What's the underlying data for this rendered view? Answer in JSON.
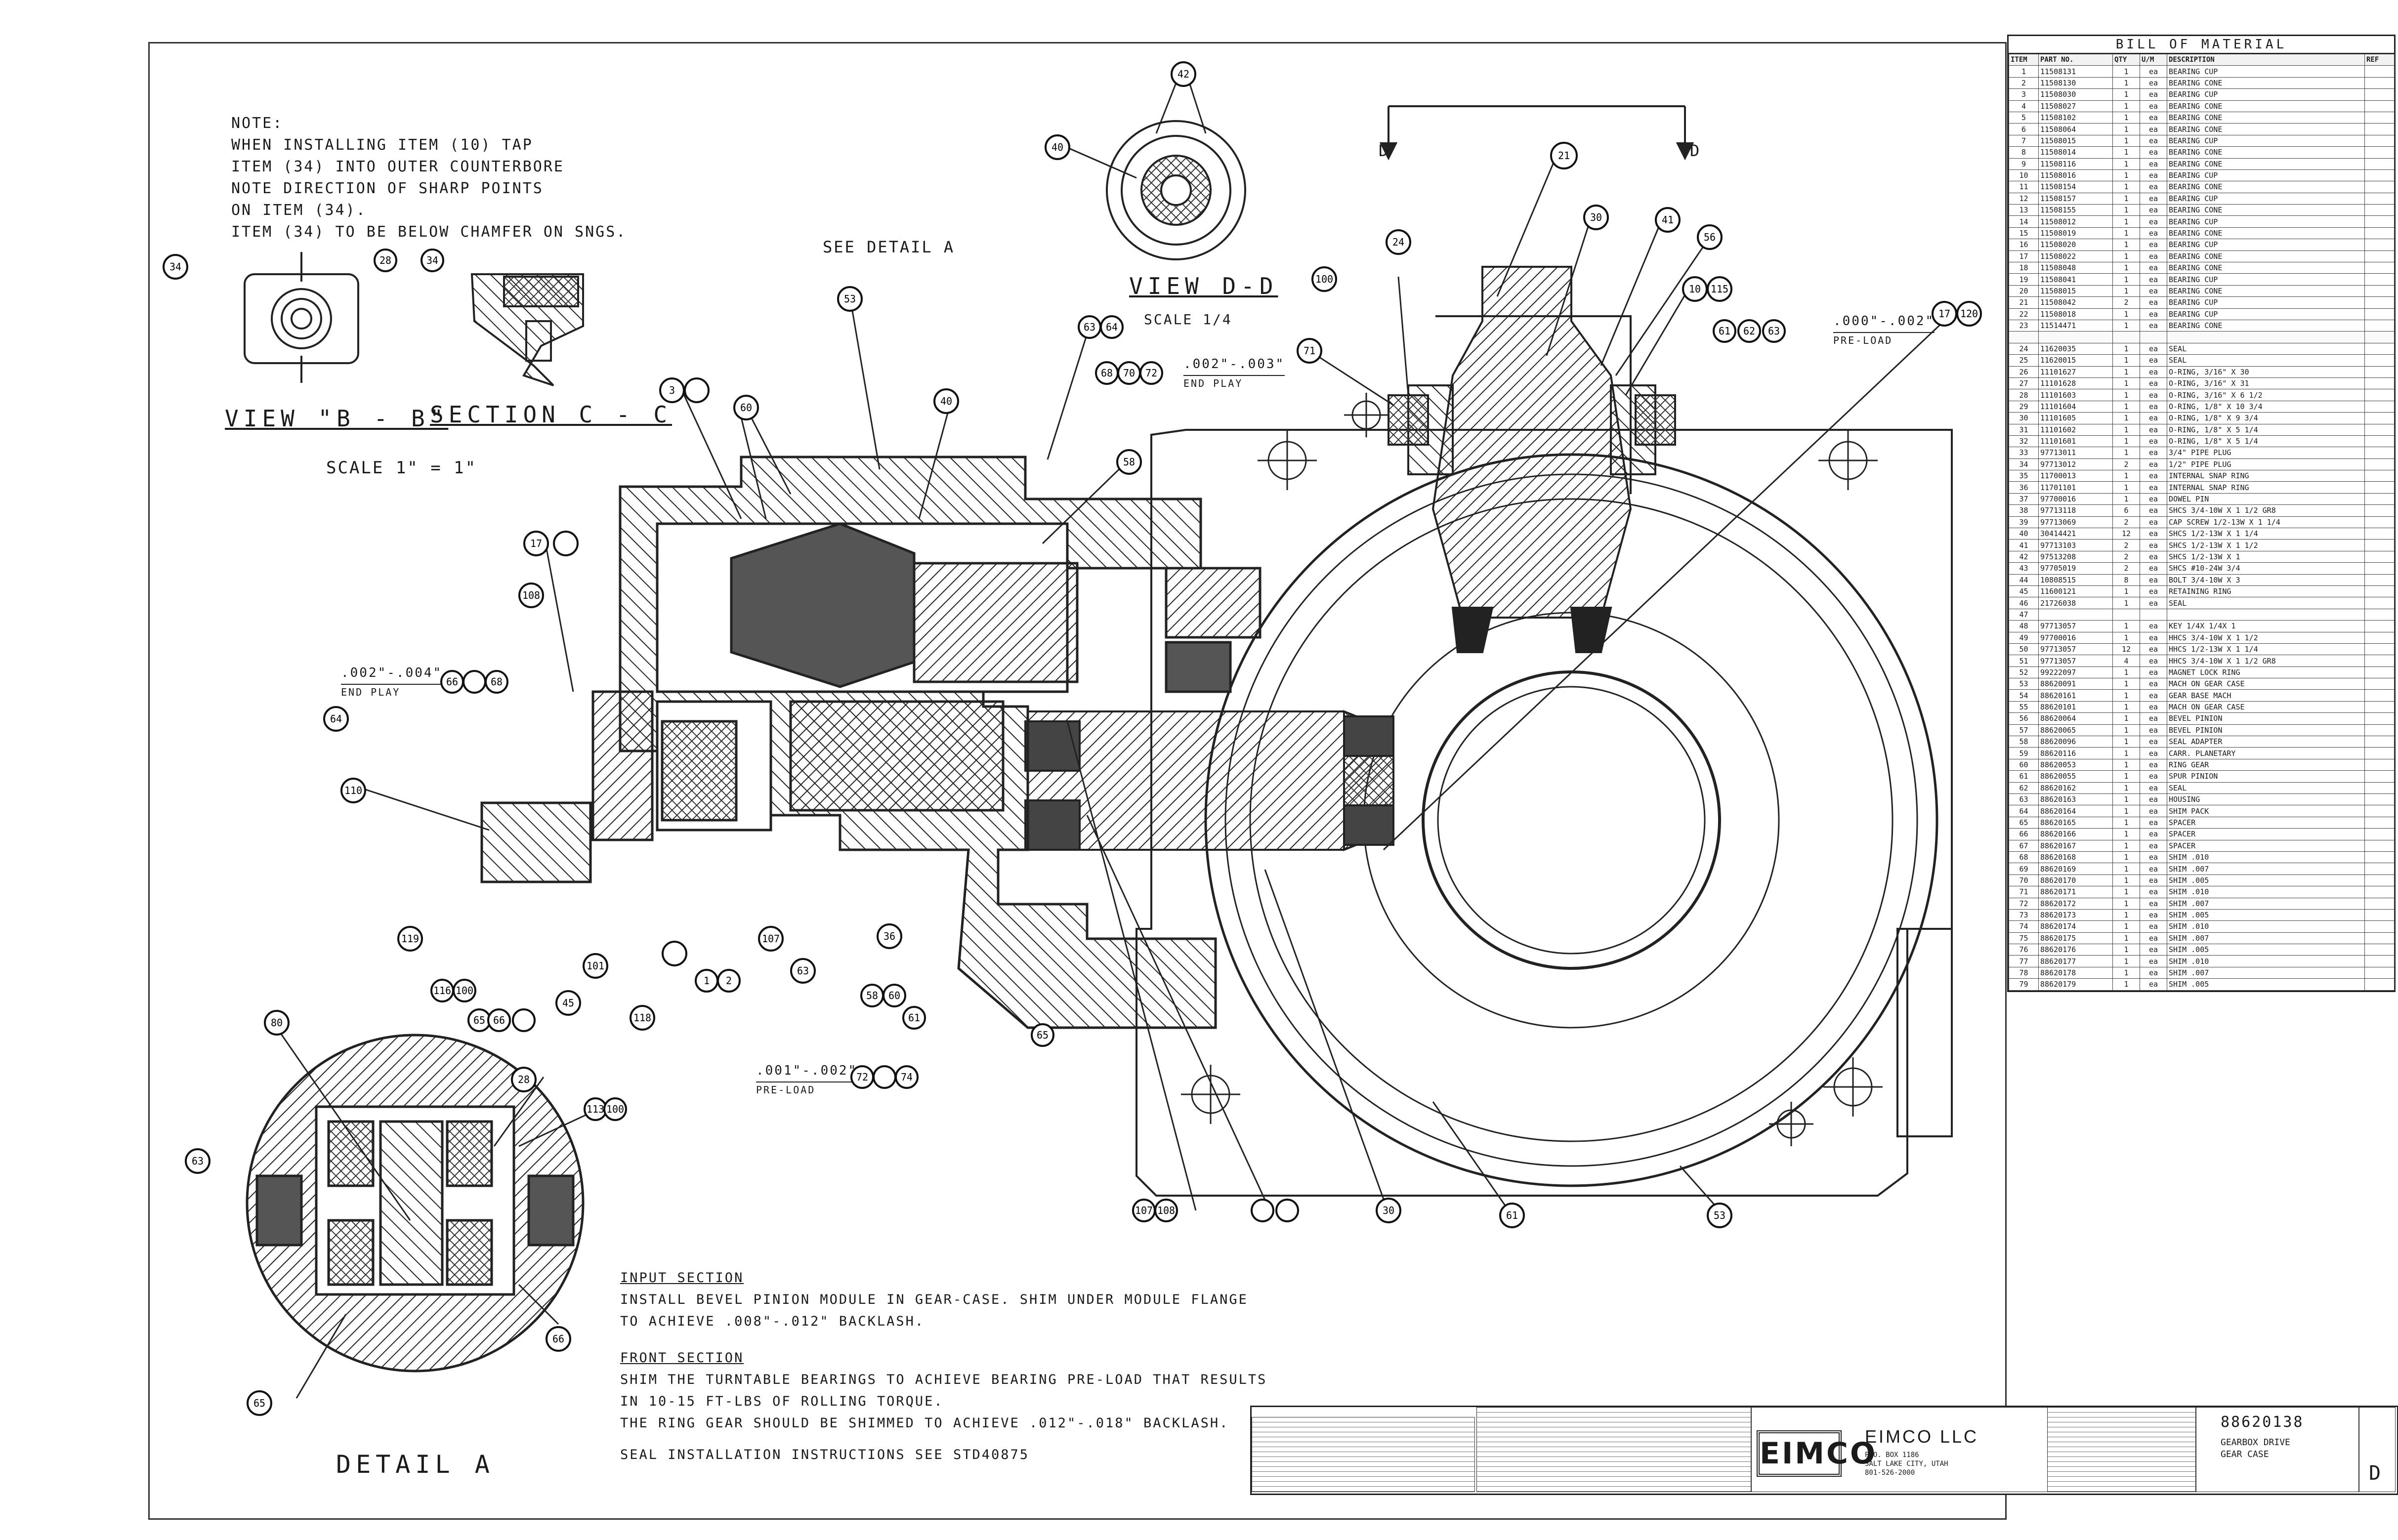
{
  "notes": {
    "installing": [
      "NOTE:",
      "WHEN INSTALLING ITEM (10) TAP",
      "ITEM (34) INTO OUTER COUNTERBORE",
      "NOTE DIRECTION OF SHARP POINTS",
      "ON ITEM (34).",
      "ITEM (34) TO BE BELOW CHAMFER ON SNGS."
    ],
    "input_section_title": "INPUT SECTION",
    "input_section_text": [
      "INSTALL BEVEL PINION MODULE IN GEAR-CASE. SHIM UNDER MODULE FLANGE",
      "TO ACHIEVE .008\"-.012\" BACKLASH."
    ],
    "front_section_title": "FRONT SECTION",
    "front_section_text": [
      "SHIM THE TURNTABLE BEARINGS TO ACHIEVE BEARING PRE-LOAD THAT RESULTS",
      "IN 10-15 FT-LBS OF ROLLING TORQUE.",
      "THE RING GEAR SHOULD BE SHIMMED TO ACHIEVE .012\"-.018\" BACKLASH."
    ],
    "seal_note": "SEAL INSTALLATION INSTRUCTIONS SEE STD40875"
  },
  "views": {
    "view_bb": "VIEW \"B - B\"",
    "section_cc": "SECTION C - C",
    "scale_bb": "SCALE 1\" = 1\"",
    "view_dd": "VIEW D-D",
    "scale_dd": "SCALE 1/4",
    "see_detail": "SEE DETAIL A",
    "detail_a": "DETAIL A",
    "section_mark": "D"
  },
  "dims": {
    "end_play_1": ".002\"-.004\"",
    "end_play_1_sub": "END PLAY",
    "end_play_2": ".002\"-.003\"",
    "end_play_2_sub": "END PLAY",
    "preload_1": ".000\"-.002\"",
    "preload_1_sub": "PRE-LOAD",
    "preload_2": ".001\"-.002\"",
    "preload_2_sub": "PRE-LOAD"
  },
  "bom": {
    "title": "BILL OF MATERIAL",
    "headers": [
      "ITEM",
      "PART NO.",
      "QTY",
      "U/M",
      "DESCRIPTION",
      "REF"
    ],
    "rows": [
      [
        "1",
        "11508131",
        "1",
        "ea",
        "BEARING CUP",
        ""
      ],
      [
        "2",
        "11508130",
        "1",
        "ea",
        "BEARING CONE",
        ""
      ],
      [
        "3",
        "11508030",
        "1",
        "ea",
        "BEARING CUP",
        ""
      ],
      [
        "4",
        "11508027",
        "1",
        "ea",
        "BEARING CONE",
        ""
      ],
      [
        "5",
        "11508102",
        "1",
        "ea",
        "BEARING CONE",
        ""
      ],
      [
        "6",
        "11508064",
        "1",
        "ea",
        "BEARING CONE",
        ""
      ],
      [
        "7",
        "11508015",
        "1",
        "ea",
        "BEARING CUP",
        ""
      ],
      [
        "8",
        "11508014",
        "1",
        "ea",
        "BEARING CONE",
        ""
      ],
      [
        "9",
        "11508116",
        "1",
        "ea",
        "BEARING CONE",
        ""
      ],
      [
        "10",
        "11508016",
        "1",
        "ea",
        "BEARING CUP",
        ""
      ],
      [
        "11",
        "11508154",
        "1",
        "ea",
        "BEARING CONE",
        ""
      ],
      [
        "12",
        "11508157",
        "1",
        "ea",
        "BEARING CUP",
        ""
      ],
      [
        "13",
        "11508155",
        "1",
        "ea",
        "BEARING CONE",
        ""
      ],
      [
        "14",
        "11508012",
        "1",
        "ea",
        "BEARING CUP",
        ""
      ],
      [
        "15",
        "11508019",
        "1",
        "ea",
        "BEARING CONE",
        ""
      ],
      [
        "16",
        "11508020",
        "1",
        "ea",
        "BEARING CUP",
        ""
      ],
      [
        "17",
        "11508022",
        "1",
        "ea",
        "BEARING CONE",
        ""
      ],
      [
        "18",
        "11508048",
        "1",
        "ea",
        "BEARING CONE",
        ""
      ],
      [
        "19",
        "11508041",
        "1",
        "ea",
        "BEARING CUP",
        ""
      ],
      [
        "20",
        "11508015",
        "1",
        "ea",
        "BEARING CONE",
        ""
      ],
      [
        "21",
        "11508042",
        "2",
        "ea",
        "BEARING CUP",
        ""
      ],
      [
        "22",
        "11508018",
        "1",
        "ea",
        "BEARING CUP",
        ""
      ],
      [
        "23",
        "11514471",
        "1",
        "ea",
        "BEARING CONE",
        ""
      ],
      [
        "",
        "",
        "",
        "",
        "",
        ""
      ],
      [
        "24",
        "11620035",
        "1",
        "ea",
        "SEAL",
        ""
      ],
      [
        "25",
        "11620015",
        "1",
        "ea",
        "SEAL",
        ""
      ],
      [
        "26",
        "11101627",
        "1",
        "ea",
        "O-RING, 3/16\" X 30",
        ""
      ],
      [
        "27",
        "11101628",
        "1",
        "ea",
        "O-RING, 3/16\" X 31",
        ""
      ],
      [
        "28",
        "11101603",
        "1",
        "ea",
        "O-RING, 3/16\" X 6 1/2",
        ""
      ],
      [
        "29",
        "11101604",
        "1",
        "ea",
        "O-RING, 1/8\" X 10 3/4",
        ""
      ],
      [
        "30",
        "11101605",
        "1",
        "ea",
        "O-RING, 1/8\" X 9 3/4",
        ""
      ],
      [
        "31",
        "11101602",
        "1",
        "ea",
        "O-RING, 1/8\" X 5 1/4",
        ""
      ],
      [
        "32",
        "11101601",
        "1",
        "ea",
        "O-RING, 1/8\" X 5 1/4",
        ""
      ],
      [
        "33",
        "97713011",
        "1",
        "ea",
        "3/4\" PIPE PLUG",
        ""
      ],
      [
        "34",
        "97713012",
        "2",
        "ea",
        "1/2\" PIPE PLUG",
        ""
      ],
      [
        "35",
        "11700013",
        "1",
        "ea",
        "INTERNAL SNAP RING",
        ""
      ],
      [
        "36",
        "11701101",
        "1",
        "ea",
        "INTERNAL SNAP RING",
        ""
      ],
      [
        "37",
        "97700016",
        "1",
        "ea",
        "DOWEL PIN",
        ""
      ],
      [
        "38",
        "97713118",
        "6",
        "ea",
        "SHCS 3/4-10W X 1 1/2 GR8",
        ""
      ],
      [
        "39",
        "97713069",
        "2",
        "ea",
        "CAP SCREW 1/2-13W X 1 1/4",
        ""
      ],
      [
        "40",
        "30414421",
        "12",
        "ea",
        "SHCS 1/2-13W X 1 1/4",
        ""
      ],
      [
        "41",
        "97713103",
        "2",
        "ea",
        "SHCS 1/2-13W X 1 1/2",
        ""
      ],
      [
        "42",
        "97513208",
        "2",
        "ea",
        "SHCS 1/2-13W X 1",
        ""
      ],
      [
        "43",
        "97705019",
        "2",
        "ea",
        "SHCS #10-24W 3/4",
        ""
      ],
      [
        "44",
        "10808515",
        "8",
        "ea",
        "BOLT 3/4-10W X 3",
        ""
      ],
      [
        "45",
        "11600121",
        "1",
        "ea",
        "RETAINING RING",
        ""
      ],
      [
        "46",
        "21726038",
        "1",
        "ea",
        "SEAL",
        ""
      ],
      [
        "47",
        "",
        "",
        "",
        "",
        ""
      ],
      [
        "48",
        "97713057",
        "1",
        "ea",
        "KEY 1/4X 1/4X 1",
        ""
      ],
      [
        "49",
        "97700016",
        "1",
        "ea",
        "HHCS 3/4-10W X 1 1/2",
        ""
      ],
      [
        "50",
        "97713057",
        "12",
        "ea",
        "HHCS 1/2-13W X 1 1/4",
        ""
      ],
      [
        "51",
        "97713057",
        "4",
        "ea",
        "HHCS 3/4-10W X 1 1/2 GR8",
        ""
      ],
      [
        "52",
        "99222097",
        "1",
        "ea",
        "MAGNET LOCK RING",
        ""
      ],
      [
        "53",
        "88620091",
        "1",
        "ea",
        "MACH ON GEAR CASE",
        ""
      ],
      [
        "54",
        "88620161",
        "1",
        "ea",
        "GEAR BASE MACH",
        ""
      ],
      [
        "55",
        "88620101",
        "1",
        "ea",
        "MACH ON GEAR CASE",
        ""
      ],
      [
        "56",
        "88620064",
        "1",
        "ea",
        "BEVEL PINION",
        ""
      ],
      [
        "57",
        "88620065",
        "1",
        "ea",
        "BEVEL PINION",
        ""
      ],
      [
        "58",
        "88620096",
        "1",
        "ea",
        "SEAL ADAPTER",
        ""
      ],
      [
        "59",
        "88620116",
        "1",
        "ea",
        "CARR. PLANETARY",
        ""
      ],
      [
        "60",
        "88620053",
        "1",
        "ea",
        "RING GEAR",
        ""
      ],
      [
        "61",
        "88620055",
        "1",
        "ea",
        "SPUR PINION",
        ""
      ],
      [
        "62",
        "88620162",
        "1",
        "ea",
        "SEAL",
        ""
      ],
      [
        "63",
        "88620163",
        "1",
        "ea",
        "HOUSING",
        ""
      ],
      [
        "64",
        "88620164",
        "1",
        "ea",
        "SHIM PACK",
        ""
      ],
      [
        "65",
        "88620165",
        "1",
        "ea",
        "SPACER",
        ""
      ],
      [
        "66",
        "88620166",
        "1",
        "ea",
        "SPACER",
        ""
      ],
      [
        "67",
        "88620167",
        "1",
        "ea",
        "SPACER",
        ""
      ],
      [
        "68",
        "88620168",
        "1",
        "ea",
        "SHIM .010",
        ""
      ],
      [
        "69",
        "88620169",
        "1",
        "ea",
        "SHIM .007",
        ""
      ],
      [
        "70",
        "88620170",
        "1",
        "ea",
        "SHIM .005",
        ""
      ],
      [
        "71",
        "88620171",
        "1",
        "ea",
        "SHIM .010",
        ""
      ],
      [
        "72",
        "88620172",
        "1",
        "ea",
        "SHIM .007",
        ""
      ],
      [
        "73",
        "88620173",
        "1",
        "ea",
        "SHIM .005",
        ""
      ],
      [
        "74",
        "88620174",
        "1",
        "ea",
        "SHIM .010",
        ""
      ],
      [
        "75",
        "88620175",
        "1",
        "ea",
        "SHIM .007",
        ""
      ],
      [
        "76",
        "88620176",
        "1",
        "ea",
        "SHIM .005",
        ""
      ],
      [
        "77",
        "88620177",
        "1",
        "ea",
        "SHIM .010",
        ""
      ],
      [
        "78",
        "88620178",
        "1",
        "ea",
        "SHIM .007",
        ""
      ],
      [
        "79",
        "88620179",
        "1",
        "ea",
        "SHIM .005",
        ""
      ]
    ]
  },
  "title_block": {
    "company_logo": "EIMCO",
    "company_name": "EIMCO LLC",
    "company_lines": [
      "P.O. BOX 1186",
      "SALT LAKE CITY, UTAH",
      "801-526-2000"
    ],
    "drawing_title": [
      "GEARBOX DRIVE",
      "GEAR CASE"
    ],
    "drawing_number": "88620138",
    "sheet": "D"
  },
  "balloons": {
    "b1": "1",
    "b2": "2",
    "b3": "3",
    "b10": "10",
    "b17": "17",
    "b21": "21",
    "b24": "24",
    "b28": "28",
    "b30": "30",
    "b34": "34",
    "b36": "36",
    "b40": "40",
    "b41": "41",
    "b42": "42",
    "b45": "45",
    "b53": "53",
    "b56": "56",
    "b58": "58",
    "b60": "60",
    "b61": "61",
    "b62": "62",
    "b63": "63",
    "b64": "64",
    "b65": "65",
    "b66": "66",
    "b68": "68",
    "b70": "70",
    "b71": "71",
    "b72": "72",
    "b74": "74",
    "b80": "80",
    "b100": "100",
    "b101": "101",
    "b107": "107",
    "b108": "108",
    "b110": "110",
    "b113": "113",
    "b115": "115",
    "b116": "116",
    "b118": "118",
    "b119": "119",
    "b120": "120"
  }
}
